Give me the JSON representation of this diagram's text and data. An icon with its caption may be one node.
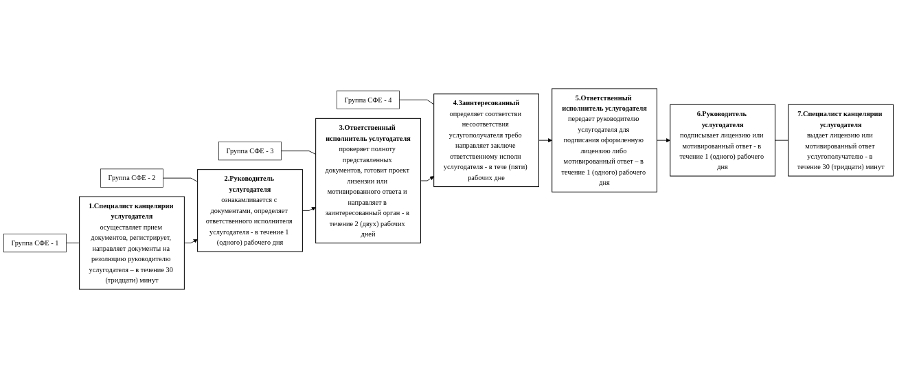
{
  "diagram": {
    "nodes": [
      {
        "text": [
          "Группа СФЕ - 1"
        ]
      },
      {
        "text": [
          "Группа СФЕ - 2"
        ]
      },
      {
        "text": [
          "Группа СФЕ - 3"
        ]
      },
      {
        "text": [
          "Группа СФЕ - 4"
        ]
      },
      {
        "text": [
          "1.Специалист канцелярии услугодателя",
          "осуществляет прием документов, регистрирует, направляет документы на резолюцию руководителю услугодателя – в течение 30 (тридцати) минут"
        ]
      },
      {
        "text": [
          "2.Руководитель услугодателя",
          "ознакамливается с документами, определяет ответственного исполнителя услугодателя - в течение 1 (одного) рабочего дня"
        ]
      },
      {
        "text": [
          "3.Ответственный исполнитель услугодателя",
          "проверяет полноту представленных документов, готовит проект лизензии или мотивированного ответа и направляет в заинтересованный орган - в течение 2 (двух) рабочих дней"
        ]
      },
      {
        "text": [
          "4.Заинтересованный",
          "определяет соответстви несоответствия услугополучателя требо направляет заключе ответственному исполн услугодателя - в тече (пяти) рабочих дне"
        ]
      },
      {
        "text": [
          "5.Ответственный исполнитель услугодателя",
          "передает руководителю услугодателя для подписания оформленную лицензию либо мотивированный ответ – в течение 1 (одного) рабочего дня"
        ]
      },
      {
        "text": [
          "6.Руководитель услугодателя",
          "подписывает лицензию или мотивированный ответ - в течение 1 (одного) рабочего дня"
        ]
      },
      {
        "text": [
          "7.Специалист канцелярии услугодателя",
          "выдает лицензию или мотивированный ответ услугополучателю - в течение 30 (тридцати) минут"
        ]
      }
    ],
    "edges": [
      {
        "from": 0,
        "to": 4,
        "arrow": "none"
      },
      {
        "from": 1,
        "to": 5,
        "arrow": "none"
      },
      {
        "from": 2,
        "to": 6,
        "arrow": "none"
      },
      {
        "from": 3,
        "to": 7,
        "arrow": "none"
      },
      {
        "from": 4,
        "to": 5,
        "arrow": "to"
      },
      {
        "from": 5,
        "to": 6,
        "arrow": "to"
      },
      {
        "from": 6,
        "to": 7,
        "arrow": "to"
      },
      {
        "from": 7,
        "to": 8,
        "arrow": "to"
      },
      {
        "from": 8,
        "to": 9,
        "arrow": "to"
      },
      {
        "from": 9,
        "to": 10,
        "arrow": "none"
      }
    ]
  }
}
